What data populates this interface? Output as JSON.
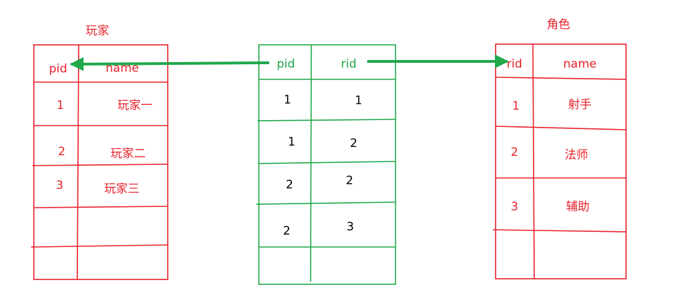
{
  "diagram": {
    "colors": {
      "player": "#e8202a",
      "link": "#1fa84a",
      "role": "#e8202a",
      "cell_text": "#000000"
    },
    "player_table": {
      "title": "玩家",
      "headers": [
        "pid",
        "name"
      ],
      "rows": [
        [
          "1",
          "玩家一"
        ],
        [
          "2",
          "玩家二"
        ],
        [
          "3",
          "玩家三"
        ],
        [
          "",
          ""
        ],
        [
          "",
          ""
        ]
      ]
    },
    "link_table": {
      "headers": [
        "pid",
        "rid"
      ],
      "rows": [
        [
          "1",
          "1"
        ],
        [
          "1",
          "2"
        ],
        [
          "2",
          "2"
        ],
        [
          "2",
          "3"
        ],
        [
          "",
          ""
        ]
      ]
    },
    "role_table": {
      "title": "角色",
      "headers": [
        "rid",
        "name"
      ],
      "rows": [
        [
          "1",
          "射手"
        ],
        [
          "2",
          "法师"
        ],
        [
          "3",
          "辅助"
        ],
        [
          "",
          ""
        ]
      ]
    },
    "arrows": [
      {
        "from": "link_table.pid",
        "to": "player_table.pid"
      },
      {
        "from": "link_table.rid",
        "to": "role_table.rid"
      }
    ]
  }
}
